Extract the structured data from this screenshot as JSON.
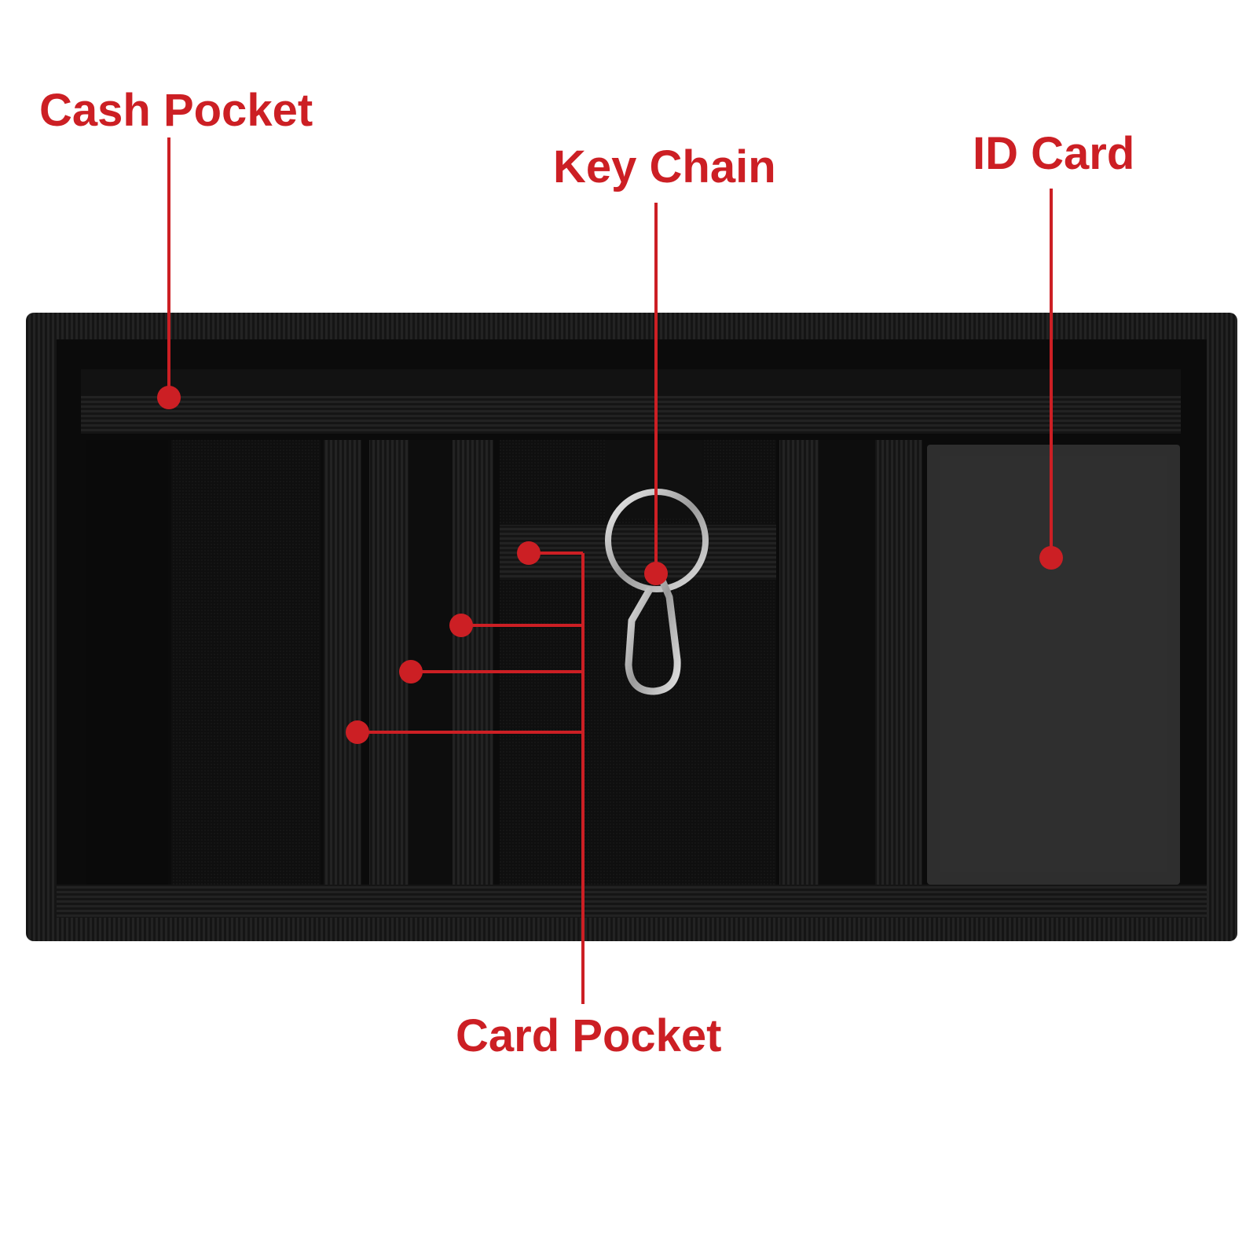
{
  "labels": {
    "cash_pocket": "Cash Pocket",
    "key_chain": "Key Chain",
    "id_card": "ID Card",
    "card_pocket": "Card Pocket"
  },
  "colors": {
    "accent": "#cc1f24",
    "wallet_body": "#0b0b0b",
    "wallet_trim": "#1b1b1b",
    "id_window": "#2e2e2e",
    "background": "#ffffff"
  },
  "icons": {
    "callout_marker": "dot",
    "key_ring": "keychain-carabiner-icon"
  }
}
